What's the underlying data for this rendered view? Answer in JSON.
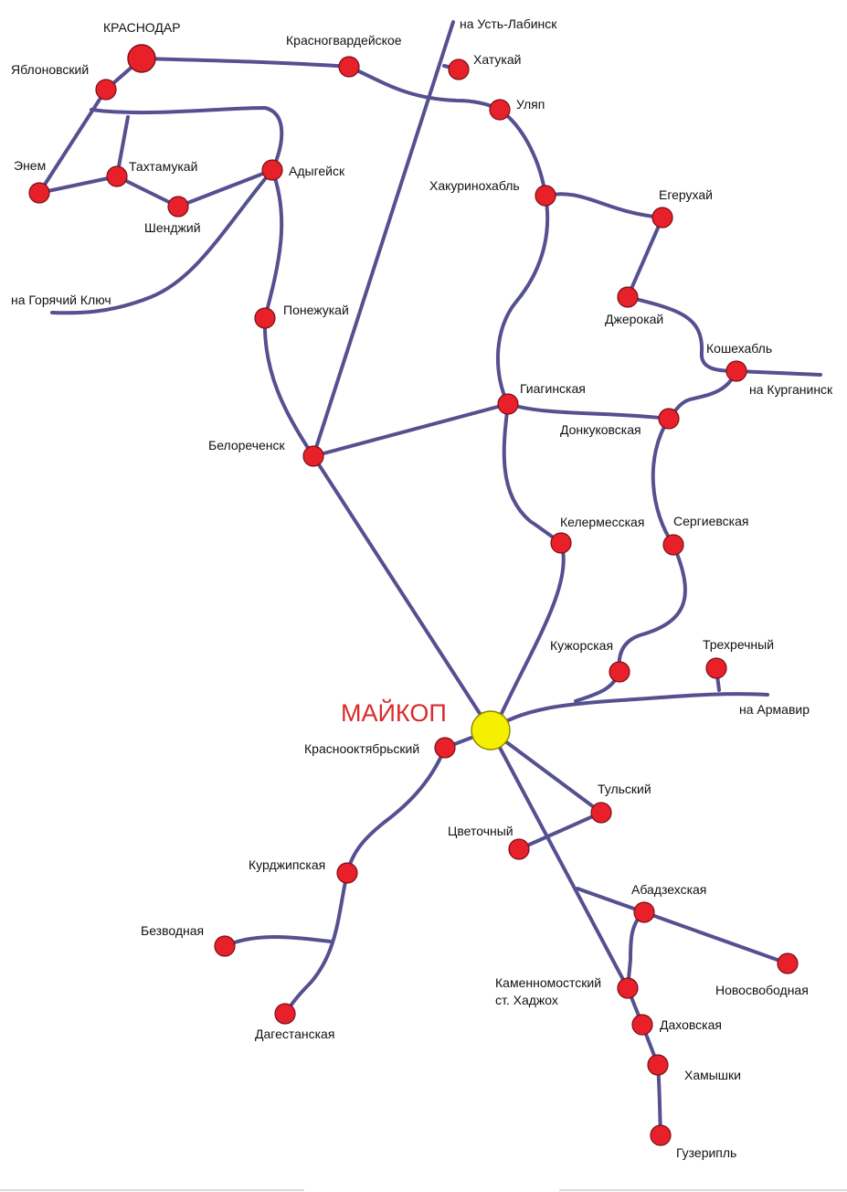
{
  "colors": {
    "road": "#55508f",
    "settlement": "#e8202a",
    "capital": "#f4f000",
    "capital_label": "#d92a2a"
  },
  "capital": {
    "name": "МАЙКОП"
  },
  "city": {
    "name": "КРАСНОДАР"
  },
  "settlements": {
    "yablonovsky": "Яблоновский",
    "krasnogvardeyskoe": "Красногвардейское",
    "khatukay": "Хатукай",
    "ulyap": "Уляп",
    "enem": "Энем",
    "takhtamukay": "Тахтамукай",
    "adygeysk": "Адыгейск",
    "shendzhy": "Шенджий",
    "khakurinokhabl": "Хакуринохабль",
    "egerukhay": "Егерухай",
    "dzherokay": "Джерокай",
    "koshekhabl": "Кошехабль",
    "ponezhukay": "Понежукай",
    "giaginskaya": "Гиагинская",
    "donkukovskaya": "Донкуковская",
    "belorechensk": "Белореченск",
    "kelermesskaya": "Келермесская",
    "sergievskaya": "Сергиевская",
    "kuzhorskaya": "Кужорская",
    "trekhrechny": "Трехречный",
    "krasnooktyabrsky": "Краснооктябрьский",
    "tulsky": "Тульский",
    "tsvetochny": "Цветочный",
    "kurdzhipskaya": "Курджипская",
    "abadzekhskaya": "Абадзехская",
    "bezvodnaya": "Безводная",
    "novosvobodnaya": "Новосвободная",
    "kamennomostsky": "Каменномостский",
    "khadzhokh": "ст. Хаджох",
    "dakhovskaya": "Даховская",
    "dagestanskaya": "Дагестанская",
    "khamyshki": "Хамышки",
    "guzeripl": "Гузерипль"
  },
  "directions": {
    "ust_labinsk": "на Усть-Лабинск",
    "goryachy_klyuch": "на Горячий Ключ",
    "kurganinsk": "на Курганинск",
    "armavir": "на Армавир"
  }
}
